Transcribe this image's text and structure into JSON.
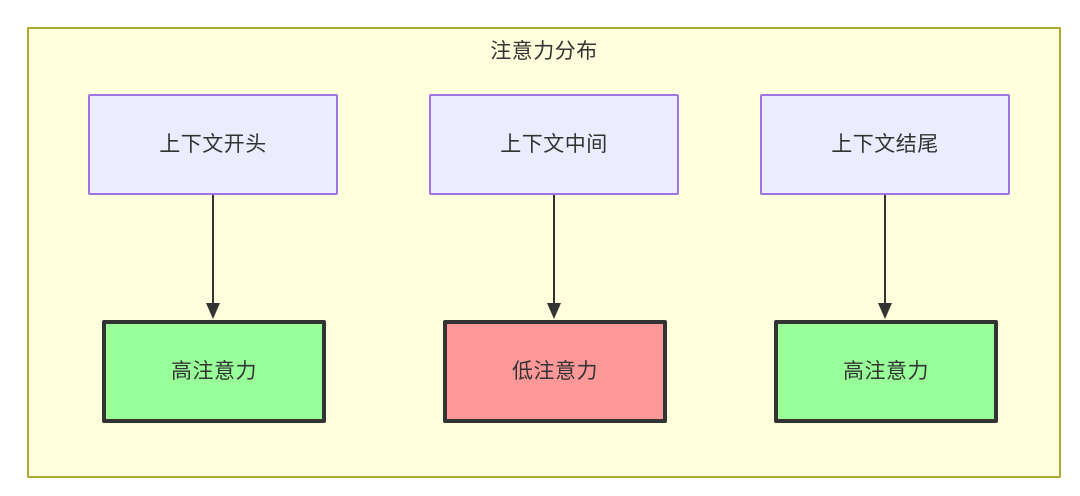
{
  "diagram": {
    "title": "注意力分布",
    "colors": {
      "container_fill": "#ffffdd",
      "container_border": "#aaaa33",
      "top_node_fill": "#ececff",
      "top_node_border": "#9f73e0",
      "high_attention_fill": "#99ff99",
      "low_attention_fill": "#ff9999",
      "node_border_dark": "#333333",
      "text": "#333333"
    },
    "columns": [
      {
        "source": {
          "label": "上下文开头"
        },
        "target": {
          "label": "高注意力",
          "level": "high"
        }
      },
      {
        "source": {
          "label": "上下文中间"
        },
        "target": {
          "label": "低注意力",
          "level": "low"
        }
      },
      {
        "source": {
          "label": "上下文结尾"
        },
        "target": {
          "label": "高注意力",
          "level": "high"
        }
      }
    ]
  }
}
